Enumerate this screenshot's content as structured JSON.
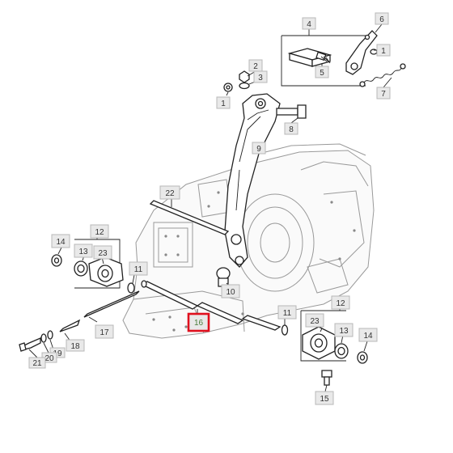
{
  "diagram": {
    "highlight_color": "#e0101e",
    "callouts": [
      {
        "id": "c4",
        "label": "4"
      },
      {
        "id": "c6",
        "label": "6"
      },
      {
        "id": "c1-top",
        "label": "1"
      },
      {
        "id": "c5",
        "label": "5"
      },
      {
        "id": "c7",
        "label": "7"
      },
      {
        "id": "c2",
        "label": "2"
      },
      {
        "id": "c3",
        "label": "3"
      },
      {
        "id": "c1-left",
        "label": "1"
      },
      {
        "id": "c8",
        "label": "8"
      },
      {
        "id": "c9",
        "label": "9"
      },
      {
        "id": "c22",
        "label": "22"
      },
      {
        "id": "c12-left",
        "label": "12"
      },
      {
        "id": "c14-left",
        "label": "14"
      },
      {
        "id": "c13-left",
        "label": "13"
      },
      {
        "id": "c23-left",
        "label": "23"
      },
      {
        "id": "c11-left",
        "label": "11"
      },
      {
        "id": "c10",
        "label": "10"
      },
      {
        "id": "c16",
        "label": "16",
        "highlighted": true
      },
      {
        "id": "c17",
        "label": "17"
      },
      {
        "id": "c18",
        "label": "18"
      },
      {
        "id": "c19",
        "label": "19"
      },
      {
        "id": "c20",
        "label": "20"
      },
      {
        "id": "c21",
        "label": "21"
      },
      {
        "id": "c11-right",
        "label": "11"
      },
      {
        "id": "c12-right",
        "label": "12"
      },
      {
        "id": "c23-right",
        "label": "23"
      },
      {
        "id": "c13-right",
        "label": "13"
      },
      {
        "id": "c14-right",
        "label": "14"
      },
      {
        "id": "c15",
        "label": "15"
      }
    ]
  }
}
